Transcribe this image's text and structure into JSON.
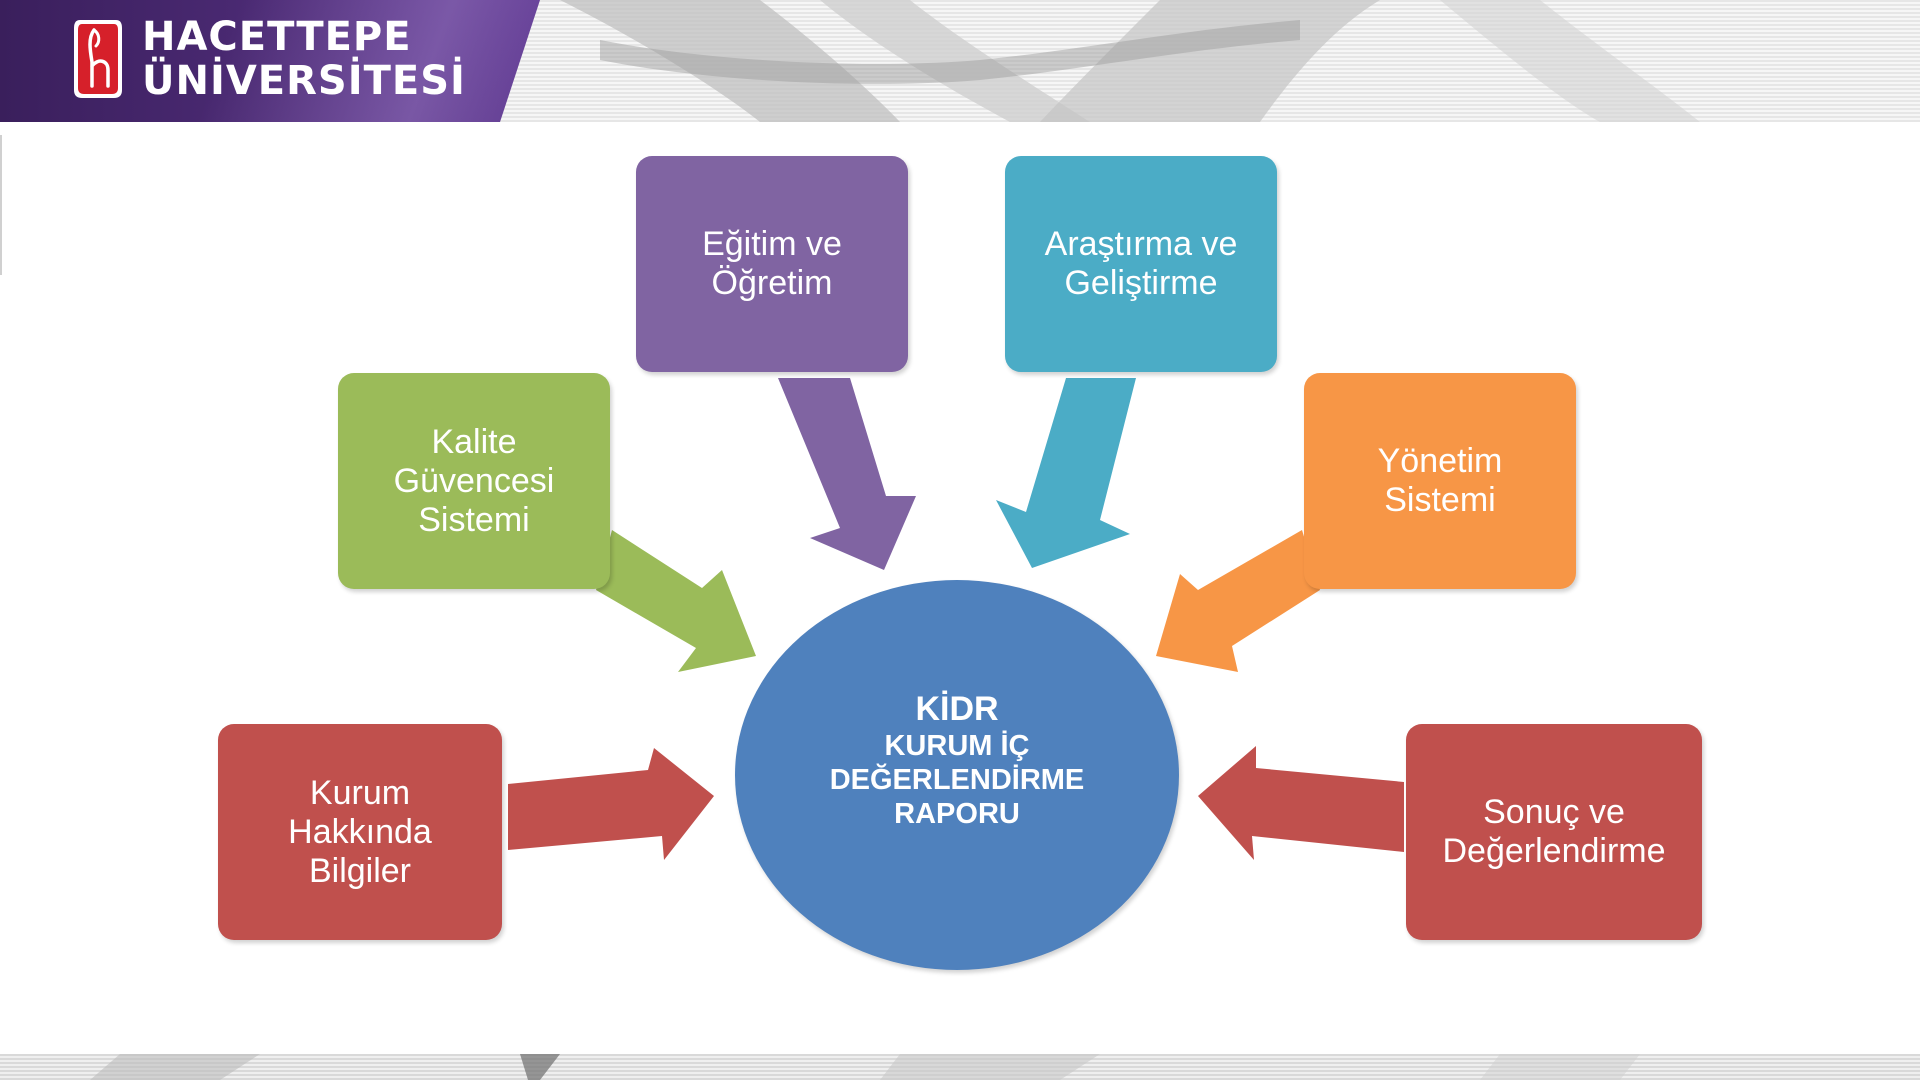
{
  "header": {
    "logo_line1": "HACETTEPE",
    "logo_line2": "ÜNİVERSİTESİ"
  },
  "diagram": {
    "center": {
      "title": "KİDR",
      "subtitle": "KURUM İÇ\nDEĞERLENDİRME\nRAPORU",
      "color": "#4f81bd"
    },
    "boxes": {
      "kalite": {
        "label": "Kalite\nGüvencesi\nSistemi",
        "color": "#9bbb59"
      },
      "egitim": {
        "label": "Eğitim ve\nÖğretim",
        "color": "#8064a2"
      },
      "arastirma": {
        "label": "Araştırma ve\nGeliştirme",
        "color": "#4bacc6"
      },
      "yonetim": {
        "label": "Yönetim\nSistemi",
        "color": "#f79646"
      },
      "kurum": {
        "label": "Kurum\nHakkında\nBilgiler",
        "color": "#c0504d"
      },
      "sonuc": {
        "label": "Sonuç ve\nDeğerlendirme",
        "color": "#c0504d"
      }
    }
  },
  "brand_colors": {
    "header_purple": "#4e2c78",
    "logo_red": "#d6202a"
  }
}
